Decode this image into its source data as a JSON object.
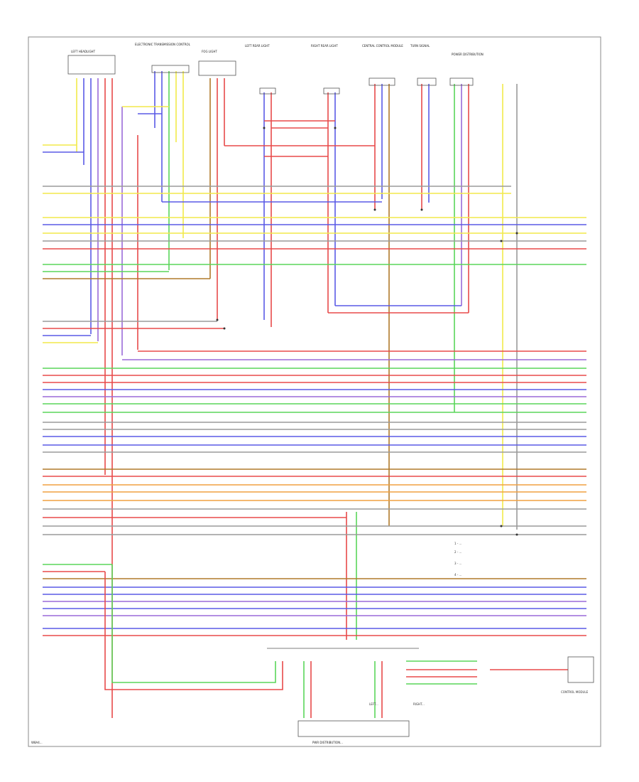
{
  "diagram": {
    "page_code": "W8A4...",
    "bottom_title": "PWR DISTRIBUTION...",
    "components_top": [
      {
        "id": "headlight",
        "label": "LEFT HEADLIGHT"
      },
      {
        "id": "etc",
        "label": "ELECTRONIC TRANSMISSION CONTROL"
      },
      {
        "id": "fog",
        "label": "FOG LIGHT"
      },
      {
        "id": "rear_left",
        "label": "LEFT REAR LIGHT"
      },
      {
        "id": "rear_right",
        "label": "RIGHT REAR LIGHT"
      },
      {
        "id": "central",
        "label": "CENTRAL CONTROL MODULE"
      },
      {
        "id": "turn_rear",
        "label": "TURN SIGNAL"
      },
      {
        "id": "power_dist",
        "label": "POWER DISTRIBUTION"
      }
    ],
    "notes": [
      "1 - ...",
      "2 - ...",
      "3 - ...",
      "4 - ..."
    ],
    "bottom_components": [
      {
        "id": "bottom_left",
        "label": "LEFT..."
      },
      {
        "id": "bottom_right",
        "label": "RIGHT..."
      },
      {
        "id": "right_box",
        "label": "CONTROL MODULE"
      }
    ],
    "wires": [
      {
        "color": "#f2e94a",
        "label": "YEL"
      },
      {
        "color": "#5a5ae6",
        "label": "BLU"
      },
      {
        "color": "#e84a4a",
        "label": "RED"
      },
      {
        "color": "#5ad65a",
        "label": "GRN"
      },
      {
        "color": "#b07a2a",
        "label": "BRN"
      },
      {
        "color": "#9a9a9a",
        "label": "GRY"
      },
      {
        "color": "#9a6ad8",
        "label": "VIO"
      },
      {
        "color": "#f0a040",
        "label": "ORN"
      }
    ]
  }
}
